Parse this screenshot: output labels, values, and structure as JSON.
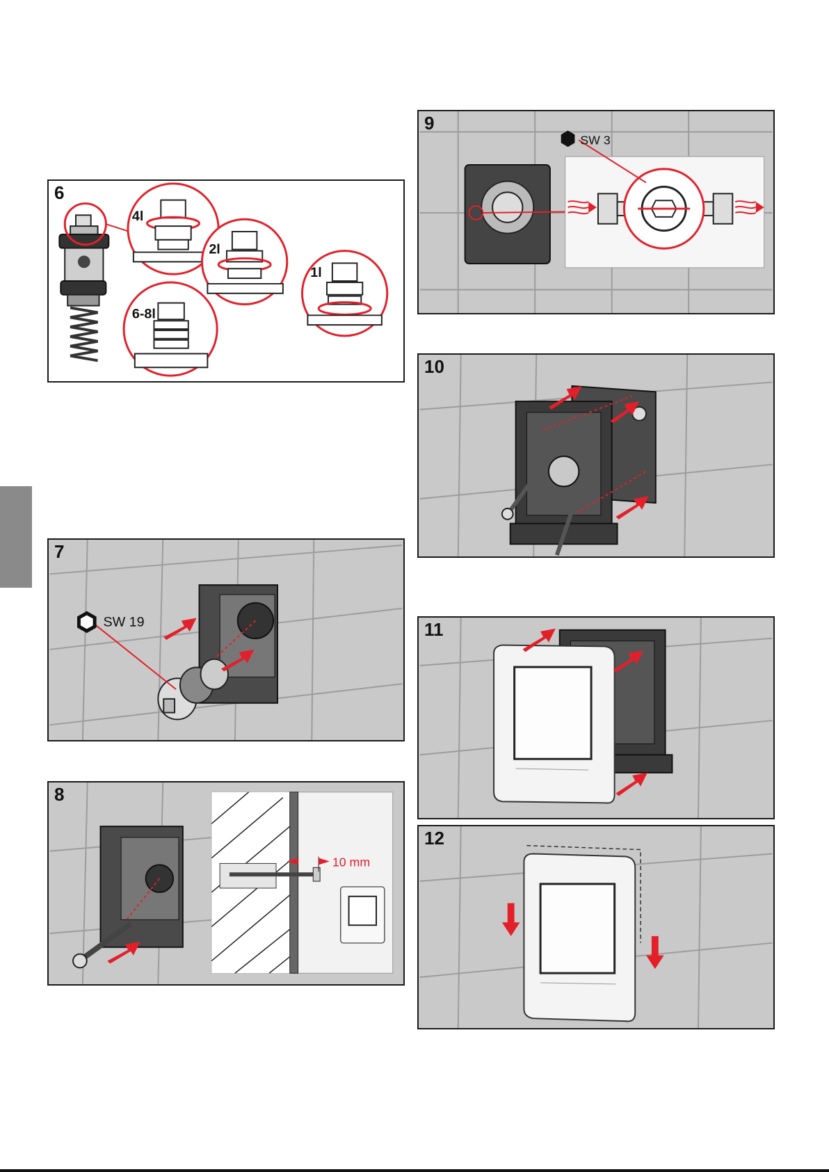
{
  "panels": {
    "p6": {
      "number": "6",
      "labels": {
        "l4": "4l",
        "l2": "2l",
        "l1": "1l",
        "l68": "6-8l"
      }
    },
    "p7": {
      "number": "7",
      "wrench": "SW 19"
    },
    "p8": {
      "number": "8",
      "distance": "10 mm"
    },
    "p9": {
      "number": "9",
      "wrench": "SW 3"
    },
    "p10": {
      "number": "10"
    },
    "p11": {
      "number": "11"
    },
    "p12": {
      "number": "12"
    }
  },
  "colors": {
    "accent_red": "#e3202a",
    "tile": "#c9c9c9",
    "grout": "#9c9c9c",
    "box": "#4a4a4a",
    "side_tab": "#8a8a8a"
  },
  "icons": [
    "hexagon-icon",
    "arrow-icon",
    "spring-icon",
    "magnifier-circle-icon",
    "screw-icon"
  ]
}
